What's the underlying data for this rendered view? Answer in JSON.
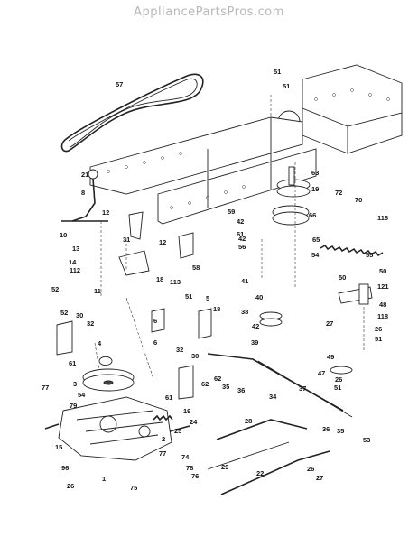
{
  "watermark": "AppliancePartsPros.com",
  "callouts": [
    "57",
    "51",
    "51",
    "21",
    "8",
    "12",
    "10",
    "13",
    "14",
    "112",
    "31",
    "12",
    "58",
    "11",
    "59",
    "42",
    "61",
    "42",
    "56",
    "63",
    "19",
    "72",
    "70",
    "116",
    "66",
    "65",
    "54",
    "55",
    "50",
    "50",
    "121",
    "48",
    "118",
    "26",
    "51",
    "27",
    "49",
    "47",
    "26",
    "51",
    "41",
    "40",
    "38",
    "42",
    "39",
    "18",
    "113",
    "6",
    "51",
    "5",
    "18",
    "6",
    "52",
    "52",
    "30",
    "32",
    "61",
    "4",
    "3",
    "77",
    "54",
    "79",
    "15",
    "96",
    "26",
    "1",
    "32",
    "61",
    "30",
    "62",
    "62",
    "35",
    "36",
    "34",
    "37",
    "19",
    "24",
    "25",
    "2",
    "28",
    "36",
    "35",
    "53",
    "26",
    "27",
    "77",
    "74",
    "78",
    "76",
    "29",
    "22",
    "75"
  ]
}
